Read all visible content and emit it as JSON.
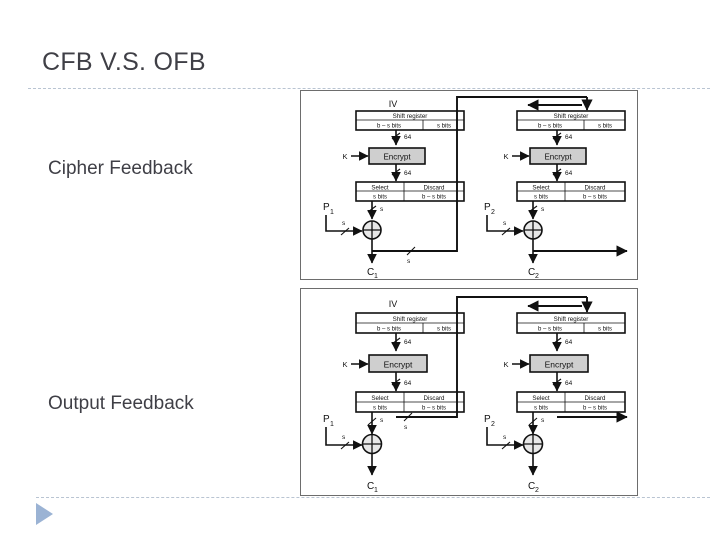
{
  "slide": {
    "title": "CFB V.S. OFB",
    "bullets": [
      {
        "label": "Cipher Feedback"
      },
      {
        "label": "Output Feedback"
      }
    ],
    "accent_color": "#9bb3d4",
    "title_color": "#3f3f46",
    "rule_color": "#b9c4d2"
  },
  "diagrams": [
    {
      "name": "cipher-feedback-diagram",
      "iv_label": "IV",
      "stages": [
        {
          "shift_register": {
            "title": "Shift register",
            "left_cell": "b – s bits",
            "right_cell": "s bits"
          },
          "key_label": "K",
          "encrypt_label": "Encrypt",
          "bus_in_label": "64",
          "bus_out_label": "64",
          "select_box": {
            "left_title": "Select",
            "left_sub": "s bits",
            "right_title": "Discard",
            "right_sub": "b – s bits"
          },
          "select_out_label": "s",
          "plaintext_label": "P",
          "plaintext_sub": "1",
          "plaintext_bus_label": "s",
          "xor_symbol": "⊕",
          "ciphertext_label": "C",
          "ciphertext_sub": "1",
          "feedback_label": "s"
        },
        {
          "shift_register": {
            "title": "Shift register",
            "left_cell": "b – s bits",
            "right_cell": "s bits"
          },
          "key_label": "K",
          "encrypt_label": "Encrypt",
          "bus_in_label": "64",
          "bus_out_label": "64",
          "select_box": {
            "left_title": "Select",
            "left_sub": "s bits",
            "right_title": "Discard",
            "right_sub": "b – s bits"
          },
          "select_out_label": "s",
          "plaintext_label": "P",
          "plaintext_sub": "2",
          "plaintext_bus_label": "s",
          "xor_symbol": "⊕",
          "ciphertext_label": "C",
          "ciphertext_sub": "2",
          "feedback_label": ""
        }
      ]
    },
    {
      "name": "output-feedback-diagram",
      "iv_label": "IV",
      "stages": [
        {
          "shift_register": {
            "title": "Shift register",
            "left_cell": "b – s bits",
            "right_cell": "s bits"
          },
          "key_label": "K",
          "encrypt_label": "Encrypt",
          "bus_in_label": "64",
          "bus_out_label": "64",
          "select_box": {
            "left_title": "Select",
            "left_sub": "s bits",
            "right_title": "Discard",
            "right_sub": "b – s bits"
          },
          "select_out_label": "s",
          "plaintext_label": "P",
          "plaintext_sub": "1",
          "plaintext_bus_label": "s",
          "xor_symbol": "⊕",
          "ciphertext_label": "C",
          "ciphertext_sub": "1",
          "feedback_label": "s"
        },
        {
          "shift_register": {
            "title": "Shift register",
            "left_cell": "b – s bits",
            "right_cell": "s bits"
          },
          "key_label": "K",
          "encrypt_label": "Encrypt",
          "bus_in_label": "64",
          "bus_out_label": "64",
          "select_box": {
            "left_title": "Select",
            "left_sub": "s bits",
            "right_title": "Discard",
            "right_sub": "b – s bits"
          },
          "select_out_label": "s",
          "plaintext_label": "P",
          "plaintext_sub": "2",
          "plaintext_bus_label": "s",
          "xor_symbol": "⊕",
          "ciphertext_label": "C",
          "ciphertext_sub": "2",
          "feedback_label": ""
        }
      ]
    }
  ]
}
